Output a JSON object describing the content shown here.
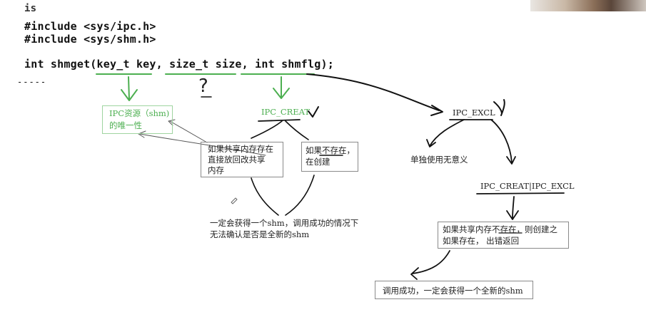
{
  "code": {
    "line0": "is",
    "include_ipc": "#include <sys/ipc.h>",
    "include_shm": "#include <sys/shm.h>",
    "prototype": {
      "ret": "int shmget(",
      "p1_type": "key_t ",
      "p1_name": "key",
      "sep1": ", ",
      "p2_type": "size_t ",
      "p2_name": "size",
      "sep2": ", ",
      "p3_type": "int ",
      "p3_name": "shmflg",
      "end": ");"
    },
    "dashes": "-----"
  },
  "annotations": {
    "question_mark": "?",
    "ipc_unique_line1": "IPC资源（shm)",
    "ipc_unique_line2": "的唯一性",
    "ipc_creat": "IPC_CREAT",
    "ipc_excl": "IPC_EXCL",
    "exists_box_line1": "如果共享内存存在",
    "exists_box_line2": "直接放回改共享",
    "exists_box_line3": "内存",
    "notexist_box_line1": "如果不存在，",
    "notexist_box_line2": "在创建",
    "creat_summary_line1": "一定会获得一个shm，调用成功的情况下",
    "creat_summary_line2": "无法确认是否是全新的shm",
    "excl_alone": "单独使用无意义",
    "creat_excl": "IPC_CREAT|IPC_EXCL",
    "creat_excl_box_line1": "如果共享内存不存在，则创建之",
    "creat_excl_box_line2": "如果存在，  出错返回",
    "final_box": "调用成功，一定会获得一个全新的shm"
  },
  "colors": {
    "green": "#4caf50",
    "ink": "#111111"
  }
}
